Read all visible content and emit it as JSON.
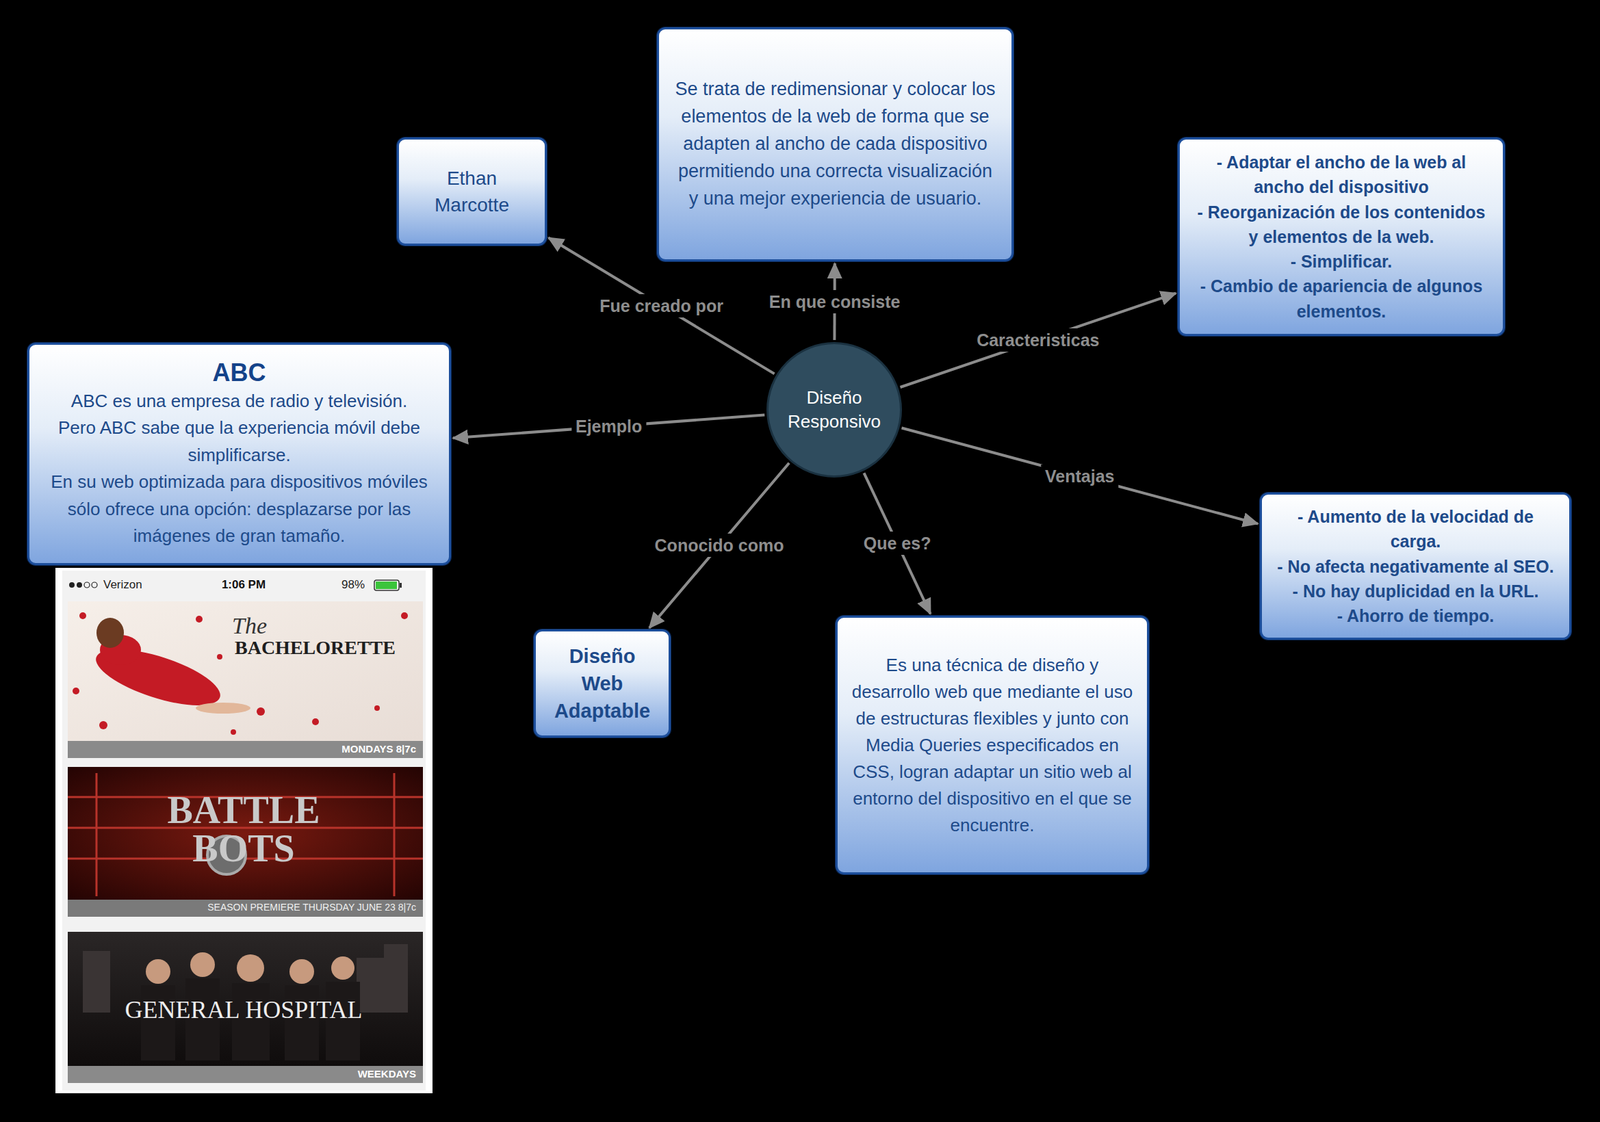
{
  "diagram": {
    "nodes": [
      {
        "text": [
          "Se trata de redimensionar y colocar los elementos de la web de forma que se adapten al ancho de cada dispositivo permitiendo una correcta visualización y una mejor experiencia de usuario."
        ]
      },
      {
        "text": [
          "Ethan Marcotte"
        ]
      },
      {
        "text": [
          "- Adaptar el ancho de la web al ancho del dispositivo",
          "- Reorganización de los contenidos y elementos de la web.",
          "- Simplificar.",
          "- Cambio de apariencia de algunos elementos."
        ]
      },
      {
        "text": [
          "ABC",
          "ABC es una empresa de radio y televisión.",
          "Pero ABC sabe que la experiencia móvil debe simplificarse.",
          "En su web optimizada para dispositivos móviles sólo ofrece una opción: desplazarse por las imágenes de gran tamaño."
        ]
      },
      {
        "text": [
          "Diseño Responsivo"
        ]
      },
      {
        "text": [
          "- Aumento de la velocidad de carga.",
          "- No afecta negativamente al SEO.",
          "- No hay duplicidad en la URL.",
          "- Ahorro de tiempo."
        ]
      },
      {
        "text": [
          "Es una técnica de diseño y desarrollo web que mediante el uso de estructuras flexibles y junto con Media Queries especificados en CSS, logran adaptar un sitio web al entorno del dispositivo en el que se encuentre."
        ]
      },
      {
        "text": [
          "Diseño Web Adaptable"
        ]
      }
    ],
    "edges": [
      {
        "from": 4,
        "to": 1,
        "label": "Fue creado por",
        "arrow": "to"
      },
      {
        "from": 4,
        "to": 0,
        "label": "En que consiste",
        "arrow": "to"
      },
      {
        "from": 4,
        "to": 2,
        "label": "Caracteristicas",
        "arrow": "to"
      },
      {
        "from": 4,
        "to": 3,
        "label": "Ejemplo",
        "arrow": "to"
      },
      {
        "from": 4,
        "to": 7,
        "label": "Conocido como",
        "arrow": "to"
      },
      {
        "from": 4,
        "to": 6,
        "label": "Que es?",
        "arrow": "to"
      },
      {
        "from": 4,
        "to": 5,
        "label": "Ventajas",
        "arrow": "to"
      }
    ],
    "labels": [
      "Verizon",
      "1:06 PM",
      "98%",
      "The",
      "BACHELORETTE",
      "MONDAYS 8|7c",
      "BATTLE BOTS",
      "SEASON PREMIERE THURSDAY JUNE 23 8|7c",
      "GENERAL HOSPITAL",
      "WEEKDAYS"
    ]
  }
}
